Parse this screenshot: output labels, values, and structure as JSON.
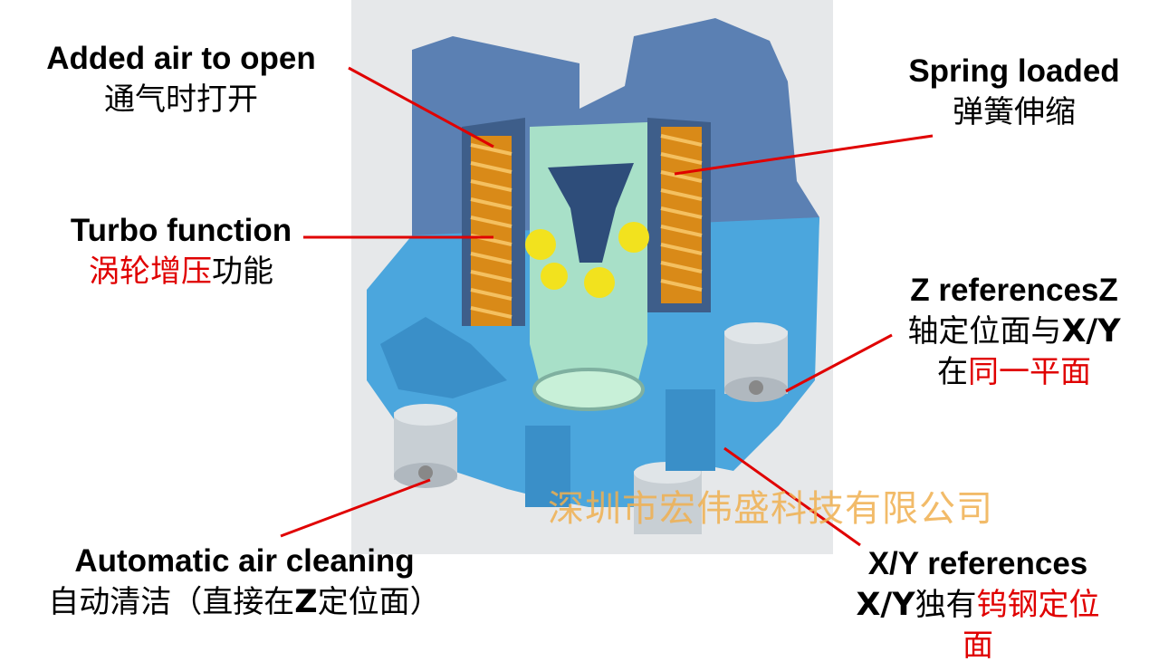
{
  "labels": {
    "added_air": {
      "en": "Added air to open",
      "zh": "通气时打开"
    },
    "spring": {
      "en": "Spring loaded",
      "zh": "弹簧伸缩"
    },
    "turbo": {
      "en": "Turbo function",
      "zh_red": "涡轮增压",
      "zh": "功能"
    },
    "z_ref": {
      "en": "Z referencesZ",
      "zh_line1": "轴定位面与",
      "zh_line1_bold": "X/Y",
      "zh_line2": "在",
      "zh_line2_red": "同一平面"
    },
    "auto_clean": {
      "en": "Automatic air cleaning",
      "zh_a": "自动清洁（直接在",
      "zh_bold": "Z",
      "zh_b": "定位面）"
    },
    "xy_ref": {
      "en": "X/Y references",
      "zh_bold": "X/Y",
      "zh": "独有",
      "zh_red": "钨钢定位",
      "zh_red2": "面"
    }
  },
  "watermark": "深圳市宏伟盛科技有限公司",
  "colors": {
    "leader": "#e00000",
    "body_dark": "#5a7fb0",
    "body_light": "#4aa8e0",
    "spring": "#e8a020",
    "ball": "#f0e020"
  }
}
